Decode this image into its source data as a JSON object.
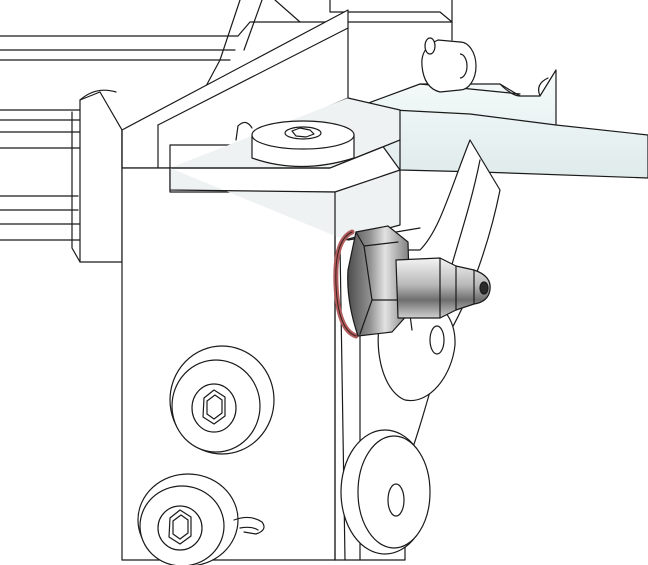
{
  "illustration": {
    "style": "cad-line-drawing",
    "subject": "mechanical-bracket-assembly",
    "colors": {
      "background": "#ffffff",
      "line": "#1a1a1a",
      "face_light": "#ffffff",
      "face_shade": "#eef2f2",
      "face_top": "#e9eeee",
      "shaft_fill": "#eef6f6",
      "metal_dark": "#5e5e5e",
      "metal_mid": "#a9a9a9",
      "metal_light": "#f2f2f2",
      "washer_ring": "#b25c5c"
    },
    "parts": [
      "support-bracket",
      "horizontal-shaft",
      "top-rail",
      "cap-screw",
      "grease-fitting",
      "hex-nut",
      "sealing-washer",
      "socket-head-bolt",
      "cotter-pin",
      "pivot-arm"
    ]
  }
}
